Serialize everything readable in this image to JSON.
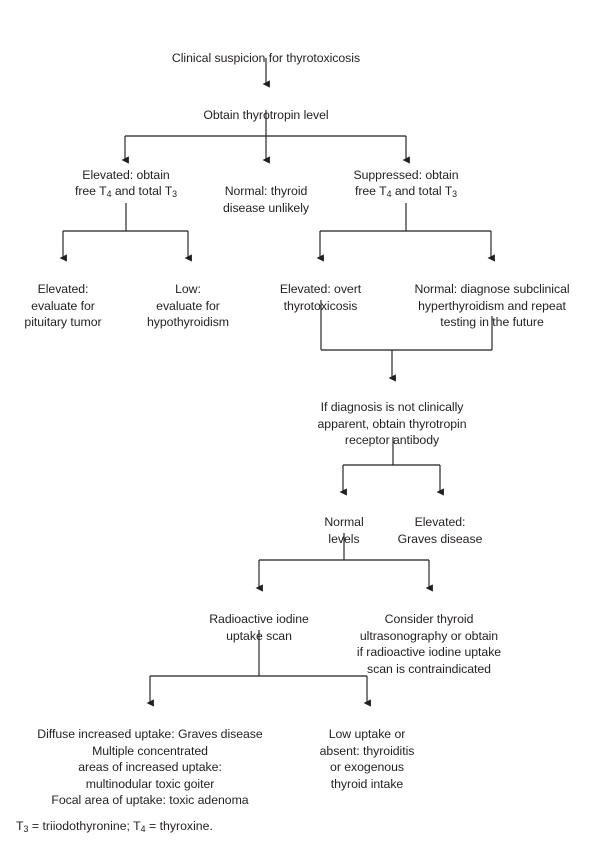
{
  "figure": {
    "title_text": "Clinical suspicion for thyrotoxicosis",
    "background_color": "#ffffff",
    "line_color": "#231f20",
    "text_color": "#231f20"
  },
  "nodes": {
    "start": "Clinical suspicion for thyrotoxicosis",
    "obtain_tsh": "Obtain thyrotropin level",
    "tsh_elevated": "Elevated: obtain\nfree T4 and total T3",
    "tsh_normal": "Normal: thyroid\ndisease unlikely",
    "tsh_suppressed": "Suppressed: obtain\nfree T4 and total T3",
    "pituitary": "Elevated:\nevaluate for\npituitary tumor",
    "hypothyroid": "Low:\nevaluate for\nhypothyroidism",
    "overt": "Elevated: overt\nthyrotoxicosis",
    "subclinical": "Normal: diagnose subclinical\nhyperthyroidism and repeat\ntesting in the future",
    "trab": "If diagnosis is not clinically\napparent, obtain thyrotropin\nreceptor antibody",
    "trab_normal": "Normal\nlevels",
    "trab_elevated": "Elevated:\nGraves disease",
    "raiu": "Radioactive iodine\nuptake scan",
    "ultrasound": "Consider thyroid\nultrasonography or obtain\nif radioactive iodine uptake\nscan is contraindicated",
    "raiu_high": "Diffuse increased uptake: Graves disease\nMultiple concentrated\nareas of increased uptake:\nmultinodular toxic goiter\nFocal area of uptake: toxic adenoma",
    "raiu_low": "Low uptake or\nabsent: thyroiditis\nor exogenous\nthyroid intake"
  },
  "footnote": {
    "text": "T3 = triiodothyronine; T4 = thyroxine."
  }
}
